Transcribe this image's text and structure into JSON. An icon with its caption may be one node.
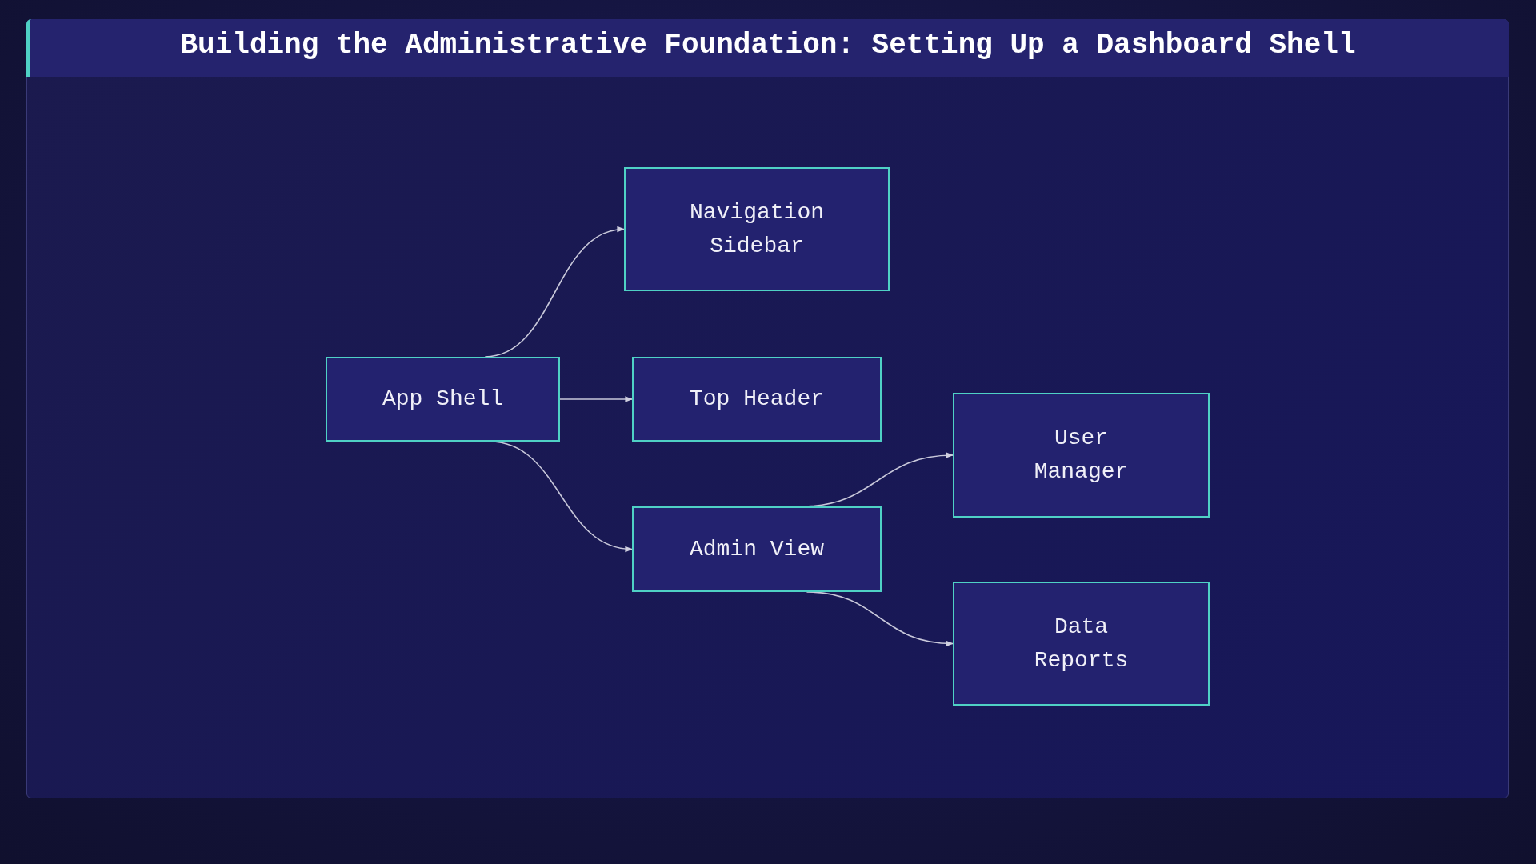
{
  "diagram": {
    "title": "Building the Administrative Foundation: Setting Up a Dashboard Shell",
    "nodes": [
      {
        "text": [
          "Navigation Sidebar"
        ]
      },
      {
        "text": [
          "App Shell"
        ]
      },
      {
        "text": [
          "Top Header"
        ]
      },
      {
        "text": [
          "User Manager"
        ]
      },
      {
        "text": [
          "Admin View"
        ]
      },
      {
        "text": [
          "Data Reports"
        ]
      }
    ],
    "edges": [
      {
        "from": 1,
        "to": 0,
        "arrow": "to"
      },
      {
        "from": 1,
        "to": 2,
        "arrow": "to"
      },
      {
        "from": 1,
        "to": 4,
        "arrow": "to"
      },
      {
        "from": 4,
        "to": 3,
        "arrow": "to"
      },
      {
        "from": 4,
        "to": 5,
        "arrow": "to"
      }
    ]
  }
}
